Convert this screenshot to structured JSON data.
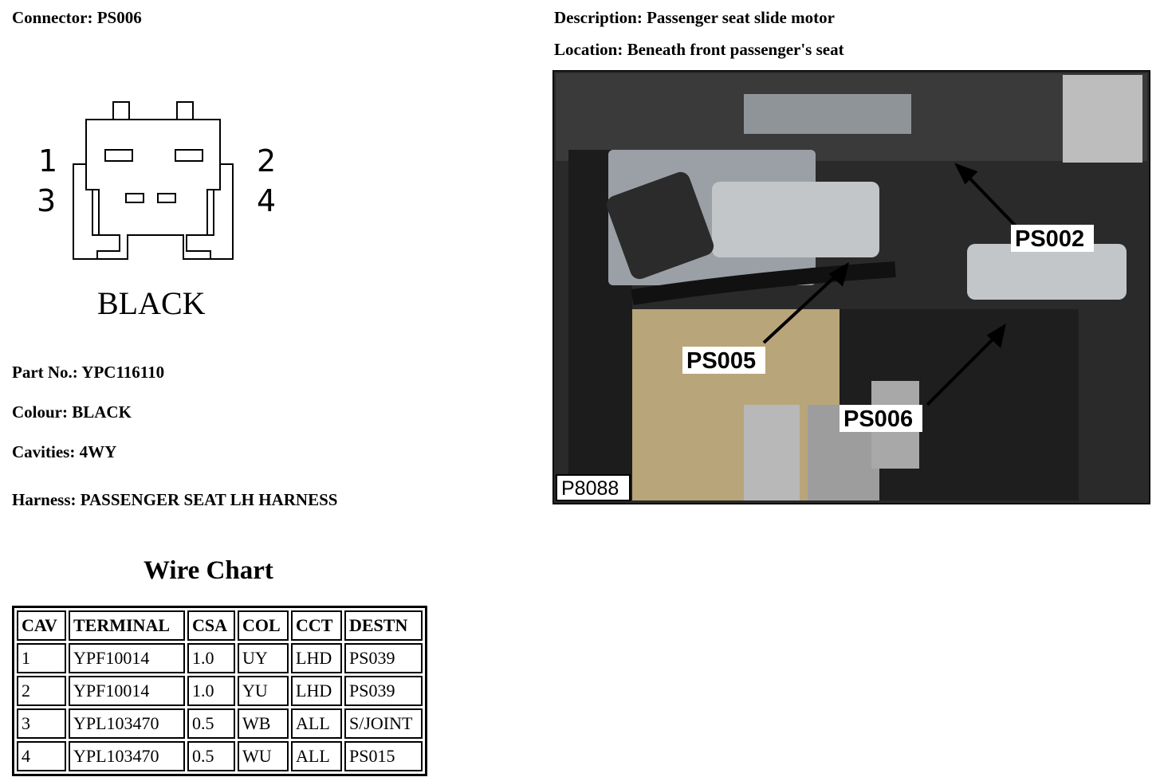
{
  "connector": {
    "label": "Connector:",
    "value": "PS006"
  },
  "description": {
    "label": "Description:",
    "value": "Passenger seat slide motor"
  },
  "location": {
    "label": "Location:",
    "value": "Beneath front passenger's seat"
  },
  "diagram": {
    "pins": [
      "1",
      "2",
      "3",
      "4"
    ],
    "colour_label": "BLACK"
  },
  "photo": {
    "callouts": [
      "PS002",
      "PS005",
      "PS006"
    ],
    "ref": "P8088"
  },
  "part_no": {
    "label": "Part No.:",
    "value": "YPC116110"
  },
  "colour": {
    "label": "Colour:",
    "value": "BLACK"
  },
  "cavities": {
    "label": "Cavities:",
    "value": "4WY"
  },
  "harness": {
    "label": "Harness:",
    "value": "PASSENGER SEAT LH HARNESS"
  },
  "wire_chart": {
    "title": "Wire Chart",
    "headers": [
      "CAV",
      "TERMINAL",
      "CSA",
      "COL",
      "CCT",
      "DESTN"
    ],
    "rows": [
      [
        "1",
        "YPF10014",
        "1.0",
        "UY",
        "LHD",
        "PS039"
      ],
      [
        "2",
        "YPF10014",
        "1.0",
        "YU",
        "LHD",
        "PS039"
      ],
      [
        "3",
        "YPL103470",
        "0.5",
        "WB",
        "ALL",
        "S/JOINT"
      ],
      [
        "4",
        "YPL103470",
        "0.5",
        "WU",
        "ALL",
        "PS015"
      ]
    ]
  }
}
